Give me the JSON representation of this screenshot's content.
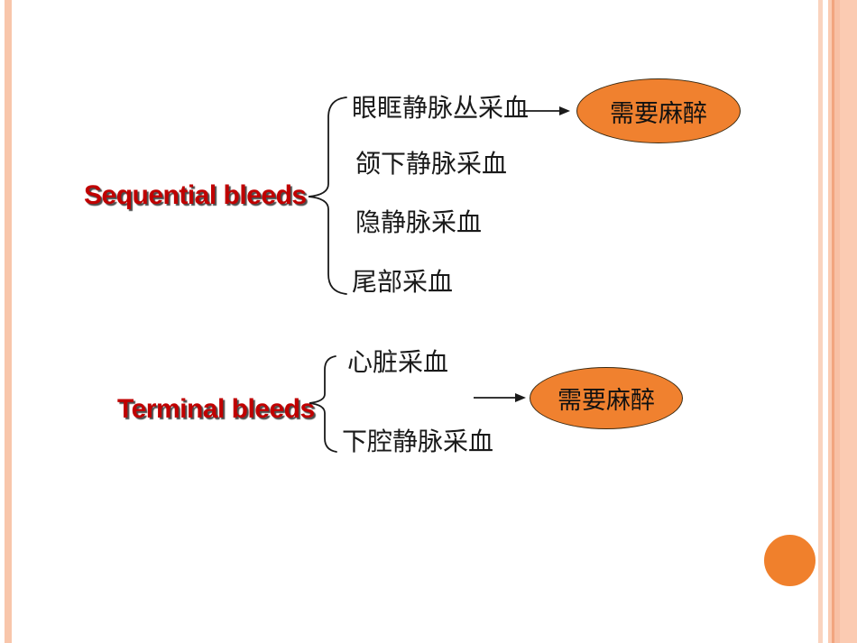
{
  "colors": {
    "accent_orange": "#F0812F",
    "ellipse_border": "#3A2A12",
    "label_red": "#C00000",
    "side_border_peach": "#FBCBB2",
    "decorative_circle_orange": "#F0802C"
  },
  "sequential": {
    "label": "Sequential bleeds",
    "items": [
      "眼眶静脉丛采血",
      "颌下静脉采血",
      "隐静脉采血",
      "尾部采血"
    ],
    "result": "需要麻醉"
  },
  "terminal": {
    "label": "Terminal bleeds",
    "items": [
      "心脏采血",
      "下腔静脉采血"
    ],
    "result": "需要麻醉"
  }
}
